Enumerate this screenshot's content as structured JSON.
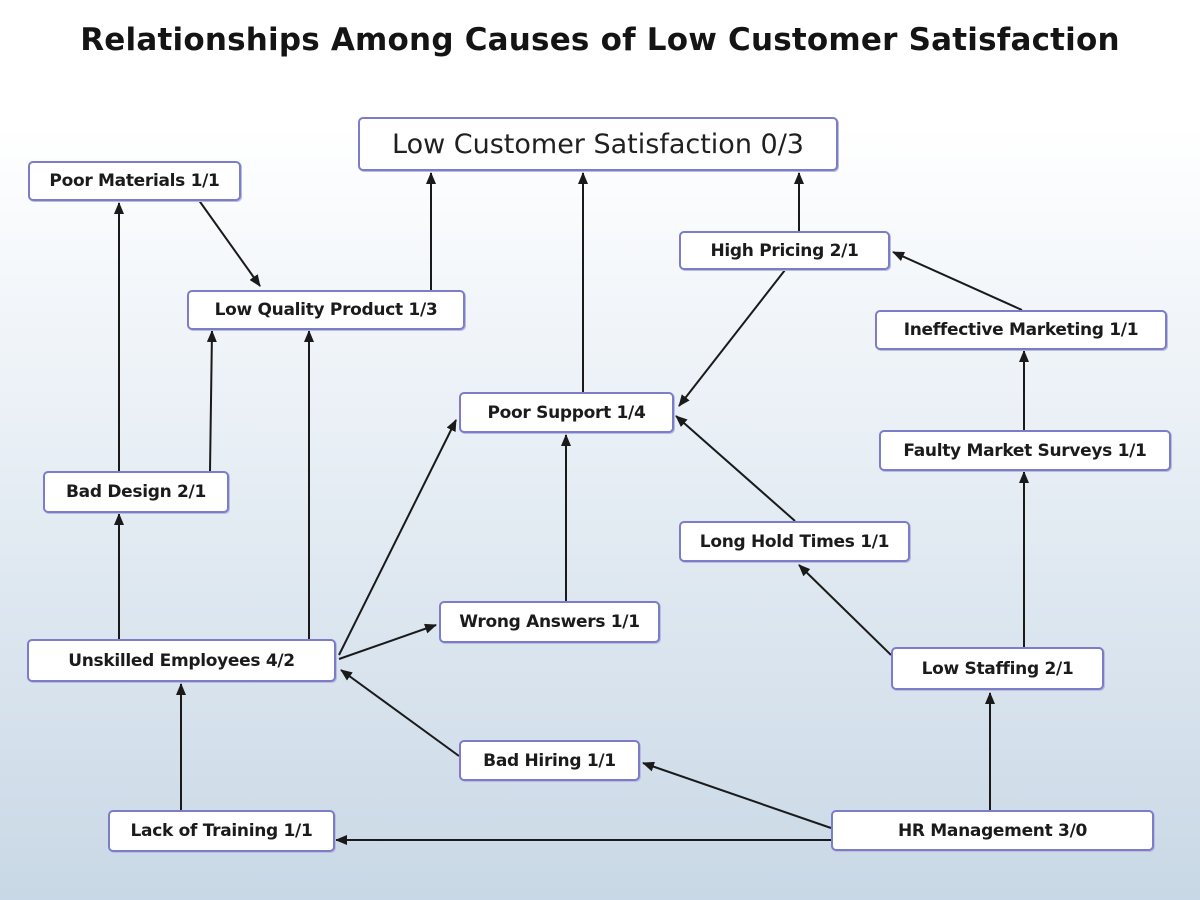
{
  "title": "Relationships Among Causes of Low Customer Satisfaction",
  "colors": {
    "node_border": "#7c7cc8",
    "arrow": "#1a1a1a",
    "node_fill": "#ffffff"
  },
  "nodes": {
    "low_customer_satisfaction": "Low Customer Satisfaction 0/3",
    "poor_materials": "Poor Materials 1/1",
    "low_quality_product": "Low Quality Product 1/3",
    "high_pricing": "High Pricing 2/1",
    "ineffective_marketing": "Ineffective Marketing 1/1",
    "poor_support": "Poor Support 1/4",
    "faulty_market_surveys": "Faulty Market Surveys 1/1",
    "bad_design": "Bad Design 2/1",
    "long_hold_times": "Long Hold Times 1/1",
    "wrong_answers": "Wrong Answers 1/1",
    "unskilled_employees": "Unskilled Employees 4/2",
    "low_staffing": "Low Staffing 2/1",
    "bad_hiring": "Bad Hiring 1/1",
    "lack_of_training": "Lack of Training 1/1",
    "hr_management": "HR Management 3/0"
  },
  "edges": [
    [
      "poor_materials",
      "low_quality_product"
    ],
    [
      "low_quality_product",
      "low_customer_satisfaction"
    ],
    [
      "poor_support",
      "low_customer_satisfaction"
    ],
    [
      "high_pricing",
      "low_customer_satisfaction"
    ],
    [
      "high_pricing",
      "poor_support"
    ],
    [
      "ineffective_marketing",
      "high_pricing"
    ],
    [
      "faulty_market_surveys",
      "ineffective_marketing"
    ],
    [
      "low_staffing",
      "faulty_market_surveys"
    ],
    [
      "bad_design",
      "poor_materials"
    ],
    [
      "bad_design",
      "low_quality_product"
    ],
    [
      "unskilled_employees",
      "bad_design"
    ],
    [
      "unskilled_employees",
      "low_quality_product"
    ],
    [
      "unskilled_employees",
      "poor_support"
    ],
    [
      "unskilled_employees",
      "wrong_answers"
    ],
    [
      "wrong_answers",
      "poor_support"
    ],
    [
      "long_hold_times",
      "poor_support"
    ],
    [
      "low_staffing",
      "long_hold_times"
    ],
    [
      "bad_hiring",
      "unskilled_employees"
    ],
    [
      "lack_of_training",
      "unskilled_employees"
    ],
    [
      "hr_management",
      "lack_of_training"
    ],
    [
      "hr_management",
      "bad_hiring"
    ],
    [
      "hr_management",
      "low_staffing"
    ]
  ]
}
